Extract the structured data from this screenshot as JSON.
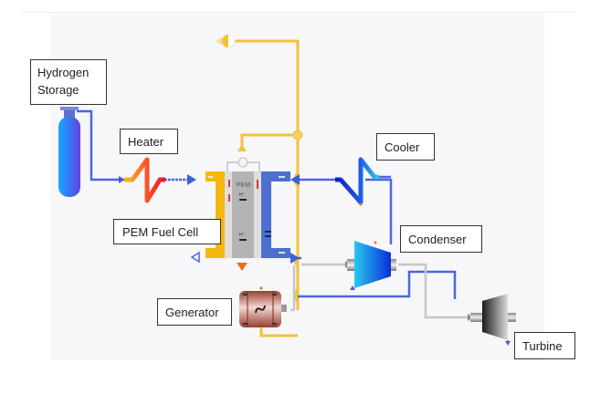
{
  "diagram": {
    "title": "PEM fuel cell power system schematic",
    "labels": {
      "hydrogen_storage": "Hydrogen Storage",
      "heater": "Heater",
      "pem_fuel_cell": "PEM Fuel Cell",
      "cooler": "Cooler",
      "condenser": "Condenser",
      "generator": "Generator",
      "turbine": "Turbine"
    },
    "fuel_cell_text": {
      "membrane": "PEM",
      "ion_top": "H⁺",
      "ion_bottom": "H⁺"
    },
    "colors": {
      "hydrogen_line": "#3f5fd9",
      "heat_line": "#f2c23a",
      "shaft_line": "#c4c4c4",
      "tank": "#2f8fff",
      "anode": "#f4b810",
      "cathode": "#4d6fcf",
      "membrane": "#b4b4b4",
      "generator": "#b9564a",
      "condenser": "#1fb0e8",
      "turbine": "#555555",
      "canvas_bg": "#f7f7f9"
    }
  }
}
